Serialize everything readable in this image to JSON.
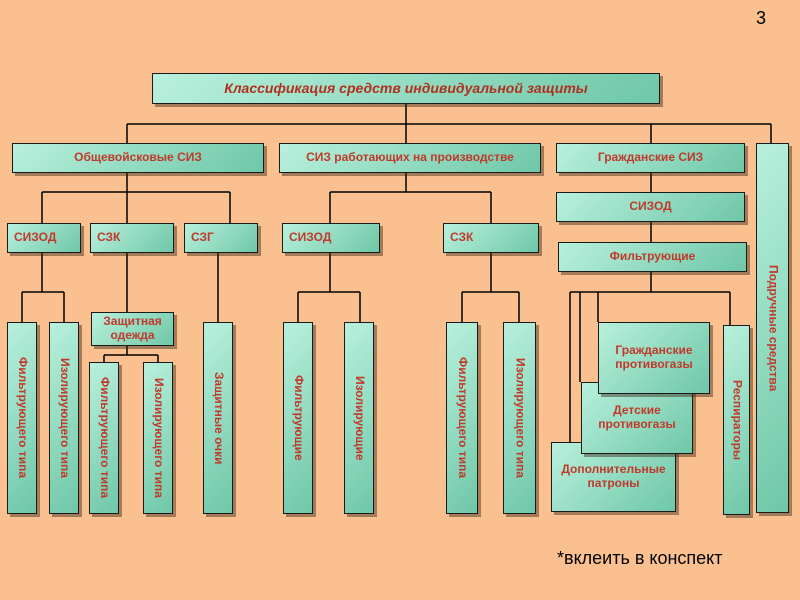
{
  "page_number": "3",
  "note": "*вклеить в конспект",
  "root": "Классификация средств индивидуальной защиты",
  "groups": {
    "military": {
      "label": "Общевойсковые СИЗ",
      "sizod": {
        "label": "СИЗОД",
        "children": [
          "Фильтрующего типа",
          "Изолирующего типа"
        ]
      },
      "szk": {
        "label": "СЗК",
        "sub": "Защитная одежда",
        "children": [
          "Фильтрующего типа",
          "Изолирующего типа"
        ]
      },
      "szg": {
        "label": "СЗГ",
        "children": [
          "Защитные очки"
        ]
      }
    },
    "industrial": {
      "label": "СИЗ работающих на производстве",
      "sizod": {
        "label": "СИЗОД",
        "children": [
          "Фильтрующие",
          "Изолирующие"
        ]
      },
      "szk": {
        "label": "СЗК",
        "children": [
          "Фильтрующего типа",
          "Изолирующего типа"
        ]
      }
    },
    "civil": {
      "label": "Гражданские СИЗ",
      "sizod": "СИЗОД",
      "filtering": "Фильтрующие",
      "children": [
        "Гражданские противогазы",
        "Детские противогазы",
        "Дополнительные патроны",
        "Респираторы"
      ]
    },
    "improvised": "Подручные средства"
  }
}
